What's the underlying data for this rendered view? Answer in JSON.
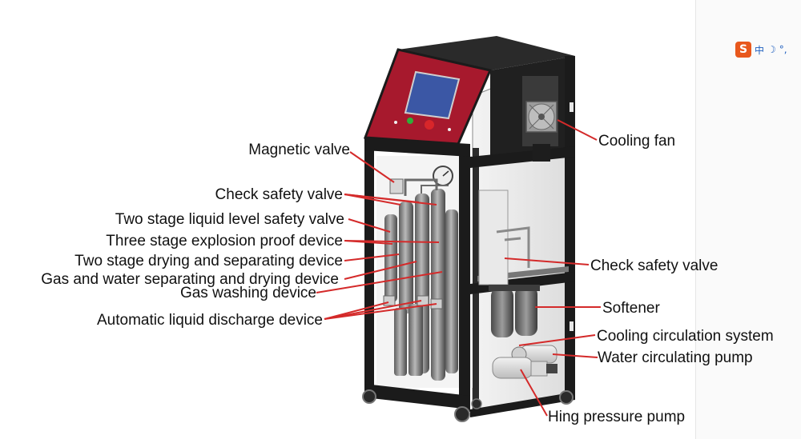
{
  "ime_toolbar": {
    "logo": "S",
    "items": [
      "中",
      "☽",
      "°,"
    ]
  },
  "labels": {
    "left": [
      "Magnetic valve",
      "Check safety valve",
      "Two stage liquid level safety valve",
      "Three stage explosion proof device",
      "Two stage drying and separating device",
      "Gas and water separating and drying device",
      "Gas washing device",
      "Automatic liquid discharge device"
    ],
    "right": [
      "Cooling fan",
      "Check safety valve",
      "Softener",
      "Cooling circulation system",
      "Water circulating pump",
      "Hing pressure pump"
    ]
  },
  "colors": {
    "frame": "#1b1b1b",
    "panel": "#a7192d",
    "screen": "#3b57a5",
    "leader": "#d42a2a",
    "cylinder": "#8a8a8a",
    "button_green": "#2fae3a",
    "button_red": "#d8262a"
  }
}
